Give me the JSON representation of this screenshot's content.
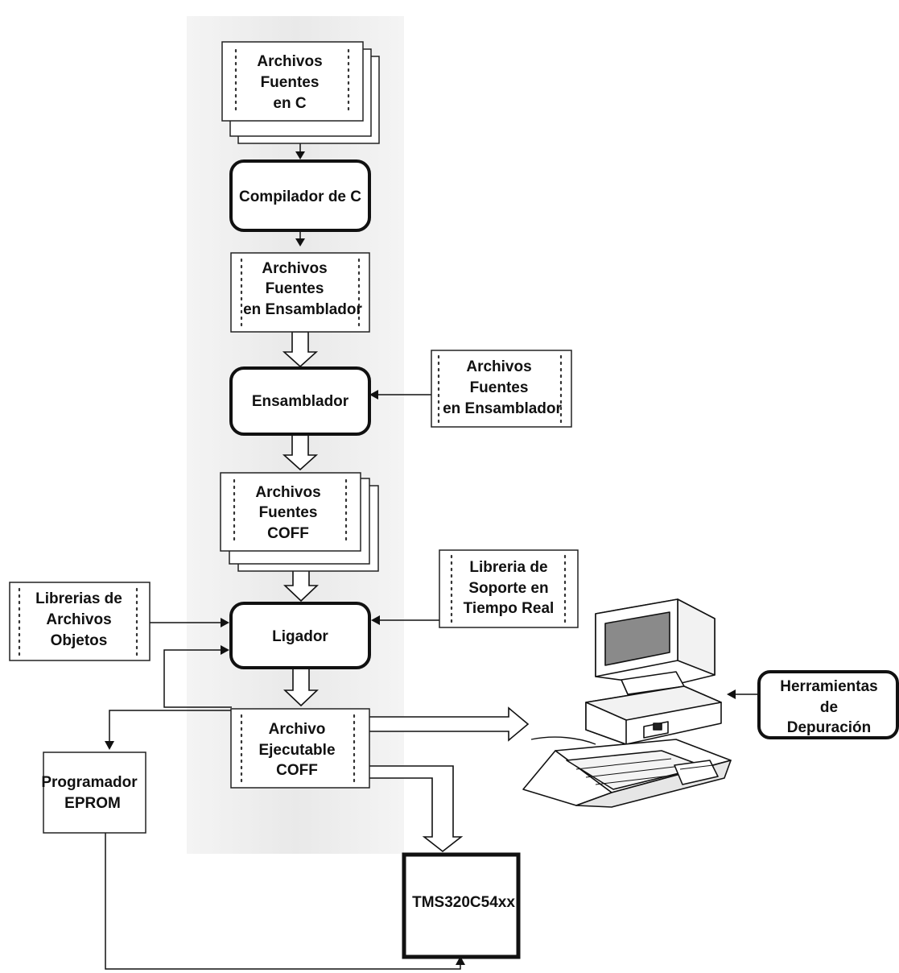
{
  "nodes": {
    "c_sources": [
      "Archivos",
      "Fuentes",
      "en C"
    ],
    "c_compiler": [
      "Compilador de C"
    ],
    "asm_sources": [
      "Archivos",
      "Fuentes",
      "en Ensamblador"
    ],
    "assembler": [
      "Ensamblador"
    ],
    "asm_sources_ext": [
      "Archivos",
      "Fuentes",
      "en Ensamblador"
    ],
    "coff_sources": [
      "Archivos",
      "Fuentes",
      "COFF"
    ],
    "obj_libraries": [
      "Librerias de",
      "Archivos",
      "Objetos"
    ],
    "linker": [
      "Ligador"
    ],
    "rt_support_lib": [
      "Libreria de",
      "Soporte en",
      "Tiempo Real"
    ],
    "coff_exe": [
      "Archivo",
      "Ejecutable",
      "COFF"
    ],
    "debug_tools": [
      "Herramientas",
      "de",
      "Depuración"
    ],
    "eprom_programmer": [
      "Programador",
      "EPROM"
    ],
    "dsp_chip": [
      "TMS320C54xx"
    ]
  },
  "icons": {
    "computer": "desktop-computer-icon"
  },
  "colors": {
    "shade": "#ececec",
    "stroke": "#111111",
    "fill": "#ffffff",
    "screen": "#8a8a8a"
  }
}
